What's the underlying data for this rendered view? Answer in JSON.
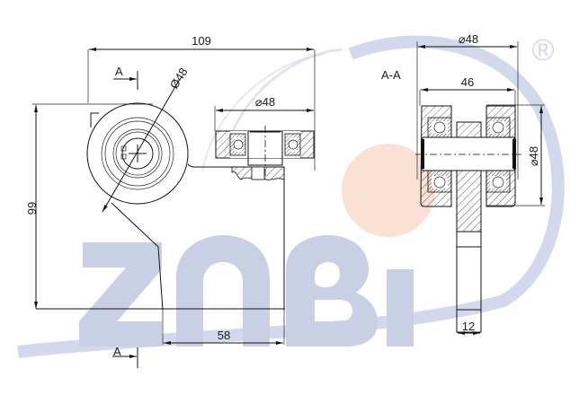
{
  "watermark": {
    "brand_text": "ZABI",
    "registered_mark": "®",
    "brand_color": "#c9d0e6",
    "accent_circle_color": "#fbe0d4"
  },
  "front_view": {
    "section_mark_top": "A",
    "section_mark_bottom": "A",
    "dim_overall_width": "109",
    "dim_height": "99",
    "dim_wheel_diameter": "Ø48",
    "dim_base_width": "58"
  },
  "detail_view": {
    "dim_wheel_diameter": "⌀48"
  },
  "section_view": {
    "title": "A-A",
    "dim_outer_diameter_top": "⌀48",
    "dim_width": "46",
    "dim_diameter_side": "⌀48",
    "dim_plate_thickness": "12"
  },
  "colors": {
    "line": "#111111",
    "watermark_blue": "#c9d0e6",
    "watermark_peach": "#fbe0d4"
  }
}
